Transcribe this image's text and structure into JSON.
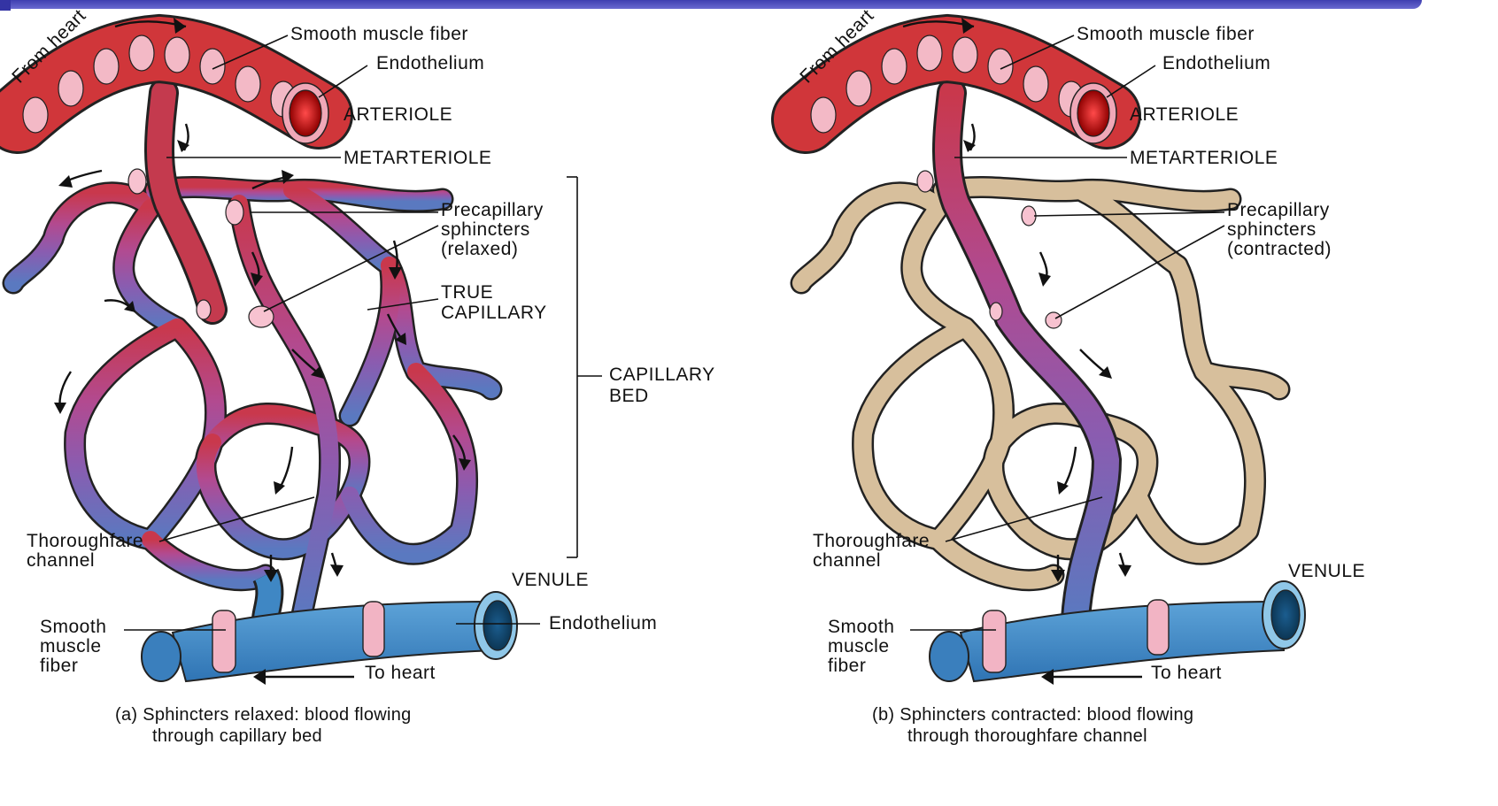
{
  "panel_a": {
    "from_heart": "From heart",
    "smooth_muscle_fiber_top": "Smooth muscle fiber",
    "endothelium_top": "Endothelium",
    "arteriole": "ARTERIOLE",
    "metarteriole": "METARTERIOLE",
    "precapillary_1": "Precapillary",
    "precapillary_2": "sphincters",
    "precapillary_3": "(relaxed)",
    "true_capillary_1": "TRUE",
    "true_capillary_2": "CAPILLARY",
    "capillary_bed_1": "CAPILLARY",
    "capillary_bed_2": "BED",
    "thoroughfare_1": "Thoroughfare",
    "thoroughfare_2": "channel",
    "venule": "VENULE",
    "endothelium_bottom": "Endothelium",
    "smooth_1": "Smooth",
    "smooth_2": "muscle",
    "smooth_3": "fiber",
    "to_heart": "To heart",
    "caption_1": "(a) Sphincters relaxed: blood flowing",
    "caption_2": "through capillary bed"
  },
  "panel_b": {
    "from_heart": "From heart",
    "smooth_muscle_fiber_top": "Smooth muscle fiber",
    "endothelium_top": "Endothelium",
    "arteriole": "ARTERIOLE",
    "metarteriole": "METARTERIOLE",
    "precapillary_1": "Precapillary",
    "precapillary_2": "sphincters",
    "precapillary_3": "(contracted)",
    "thoroughfare_1": "Thoroughfare",
    "thoroughfare_2": "channel",
    "venule": "VENULE",
    "smooth_1": "Smooth",
    "smooth_2": "muscle",
    "smooth_3": "fiber",
    "to_heart": "To heart",
    "caption_1": "(b) Sphincters contracted: blood flowing",
    "caption_2": "through thoroughfare channel"
  },
  "colors": {
    "artery_red": "#d0363a",
    "capillary_magenta": "#b04a90",
    "capillary_purple": "#8a5cb0",
    "venule_blue": "#3f87c4",
    "collapsed_tan": "#d7bf9c",
    "muscle_pink": "#f2b4c4",
    "title_bar": "#4848b8"
  }
}
